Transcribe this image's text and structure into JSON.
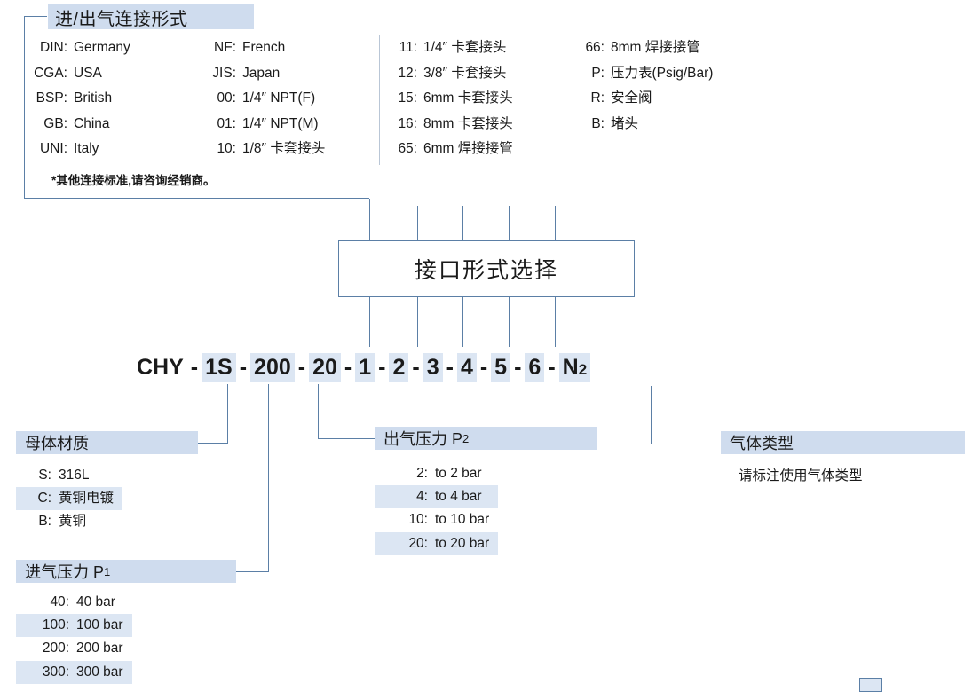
{
  "connection_section": {
    "title": "进/出气连接形式",
    "note": "*其他连接标准,请咨询经销商。",
    "columns": [
      {
        "items": [
          {
            "key": "DIN:",
            "value": "Germany"
          },
          {
            "key": "CGA:",
            "value": "USA"
          },
          {
            "key": "BSP:",
            "value": "British"
          },
          {
            "key": "GB:",
            "value": "China"
          },
          {
            "key": "UNI:",
            "value": "Italy"
          }
        ]
      },
      {
        "items": [
          {
            "key": "NF:",
            "value": "French"
          },
          {
            "key": "JIS:",
            "value": "Japan"
          },
          {
            "key": "00:",
            "value": "1/4″ NPT(F)"
          },
          {
            "key": "01:",
            "value": "1/4″ NPT(M)"
          },
          {
            "key": "10:",
            "value": "1/8″  卡套接头"
          }
        ]
      },
      {
        "items": [
          {
            "key": "11:",
            "value": "1/4″  卡套接头"
          },
          {
            "key": "12:",
            "value": "3/8″  卡套接头"
          },
          {
            "key": "15:",
            "value": "6mm 卡套接头"
          },
          {
            "key": "16:",
            "value": "8mm 卡套接头"
          },
          {
            "key": "65:",
            "value": "6mm 焊接接管"
          }
        ]
      },
      {
        "items": [
          {
            "key": "66:",
            "value": "8mm 焊接接管"
          },
          {
            "key": "P:",
            "value": "压力表(Psig/Bar)"
          },
          {
            "key": "R:",
            "value": "安全阀"
          },
          {
            "key": "B:",
            "value": "堵头"
          }
        ]
      }
    ]
  },
  "center_box": {
    "label": "接口形式选择"
  },
  "part_code": {
    "segments": [
      {
        "text": "CHY",
        "highlight": false
      },
      {
        "text": "1S",
        "highlight": true
      },
      {
        "text": "200",
        "highlight": true
      },
      {
        "text": "20",
        "highlight": true
      },
      {
        "text": "1",
        "highlight": true
      },
      {
        "text": "2",
        "highlight": true
      },
      {
        "text": "3",
        "highlight": true
      },
      {
        "text": "4",
        "highlight": true
      },
      {
        "text": "5",
        "highlight": true
      },
      {
        "text": "6",
        "highlight": true
      },
      {
        "text": "N2",
        "highlight": true
      }
    ],
    "separator": "-"
  },
  "body_material": {
    "title": "母体材质",
    "items": [
      {
        "key": "S:",
        "value": "316L",
        "highlight": false
      },
      {
        "key": "C:",
        "value": "黄铜电镀",
        "highlight": true
      },
      {
        "key": "B:",
        "value": "黄铜",
        "highlight": false
      }
    ]
  },
  "inlet_pressure": {
    "title": "进气压力 P1",
    "items": [
      {
        "key": "40:",
        "value": "40 bar",
        "highlight": false
      },
      {
        "key": "100:",
        "value": "100 bar",
        "highlight": true
      },
      {
        "key": "200:",
        "value": "200 bar",
        "highlight": false
      },
      {
        "key": "300:",
        "value": "300 bar",
        "highlight": true
      }
    ]
  },
  "outlet_pressure": {
    "title": "出气压力 P2",
    "items": [
      {
        "key": "2:",
        "value": "to 2 bar",
        "highlight": false
      },
      {
        "key": "4:",
        "value": "to 4 bar",
        "highlight": true
      },
      {
        "key": "10:",
        "value": "to 10 bar",
        "highlight": false
      },
      {
        "key": "20:",
        "value": "to 20 bar",
        "highlight": true
      }
    ]
  },
  "gas_type": {
    "title": "气体类型",
    "note": "请标注使用气体类型"
  },
  "colors": {
    "line": "#5b7fa6",
    "highlight_title": "#cfdcee",
    "highlight_row": "#dce6f3",
    "text": "#1a1a1a"
  }
}
